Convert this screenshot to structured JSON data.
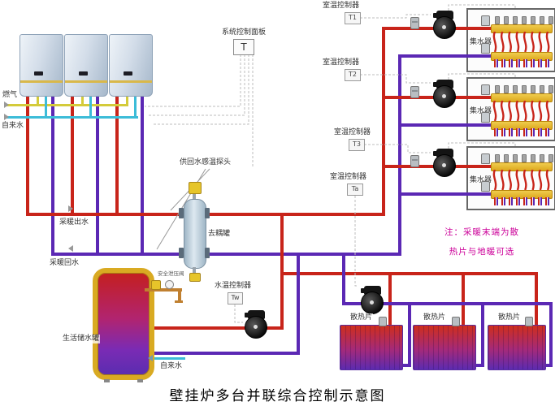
{
  "title": "壁挂炉多台并联综合控制示意图",
  "colors": {
    "supply_pipe": "#c8241a",
    "return_pipe": "#5b28b4",
    "gas_pipe": "#d4cb3a",
    "tap_water_pipe": "#3cbcd8",
    "manifold_bar": "#e0ac20",
    "note_text": "#cc0099",
    "tank_shell": "#d9aa22"
  },
  "supply_lines": {
    "gas": "燃气",
    "tap_water": "自来水"
  },
  "headers": {
    "heating_supply": "采暖出水",
    "heating_return": "采暖回水"
  },
  "control_panel": {
    "label": "系统控制面板",
    "symbol": "T"
  },
  "probe": {
    "label": "供回水感温探头"
  },
  "decoupler": {
    "label": "去耦罐"
  },
  "zones": [
    {
      "controller_label": "室温控制器",
      "controller_symbol": "T1",
      "manifold_label": "集水器"
    },
    {
      "controller_label": "室温控制器",
      "controller_symbol": "T2",
      "manifold_label": "集水器"
    },
    {
      "controller_label": "室温控制器",
      "controller_symbol": "T3",
      "manifold_label": "集水器"
    }
  ],
  "extra_controller": {
    "label": "室温控制器",
    "symbol": "Ta"
  },
  "manifold": {
    "circuit_count": 8
  },
  "dhw": {
    "controller_label": "水温控制器",
    "controller_symbol": "Tw",
    "tank_label": "生活储水罐",
    "safety_valve_label": "安全泄压阀",
    "tap_water_label": "自来水"
  },
  "radiators": [
    {
      "label": "散热片"
    },
    {
      "label": "散热片"
    },
    {
      "label": "散热片"
    }
  ],
  "note": {
    "line1": "注：采暖末端为散",
    "line2": "热片与地暖可选"
  }
}
